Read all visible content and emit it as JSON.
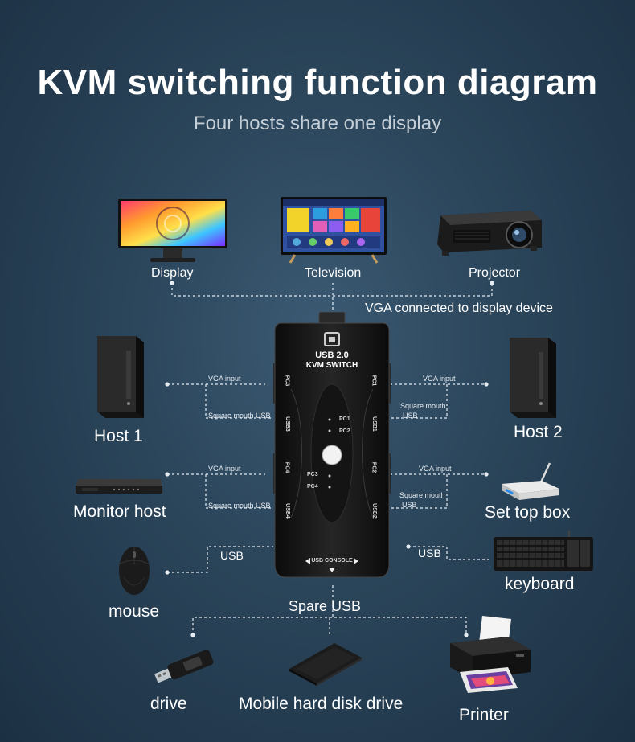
{
  "header": {
    "title": "KVM switching function diagram",
    "subtitle": "Four hosts share one display"
  },
  "displays": {
    "display": "Display",
    "television": "Television",
    "projector": "Projector",
    "connection": "VGA connected to display device"
  },
  "switch": {
    "line1": "USB 2.0",
    "line2": "KVM SWITCH",
    "console": "USB CONSOLE",
    "ports": [
      "PC3",
      "USB3",
      "PC4",
      "USB4",
      "PC1",
      "USB1",
      "PC2",
      "USB2"
    ],
    "leds": [
      "PC1",
      "PC2",
      "PC3",
      "PC4"
    ]
  },
  "hosts": {
    "host1": "Host 1",
    "host2": "Host 2",
    "monitor_host": "Monitor host",
    "set_top_box": "Set top box"
  },
  "cables": {
    "vga_input": "VGA input",
    "square_usb": "Square mouth USB",
    "square_usb_line1": "Square mouth",
    "square_usb_line2": "USB",
    "usb": "USB"
  },
  "peripherals": {
    "mouse": "mouse",
    "keyboard": "keyboard",
    "spare_usb": "Spare USB",
    "drive": "drive",
    "hard_disk": "Mobile hard disk drive",
    "printer": "Printer"
  },
  "colors": {
    "background": "#2a4459",
    "connector_line": "#e6ecf1",
    "switch_body": "#1a1a1a"
  }
}
